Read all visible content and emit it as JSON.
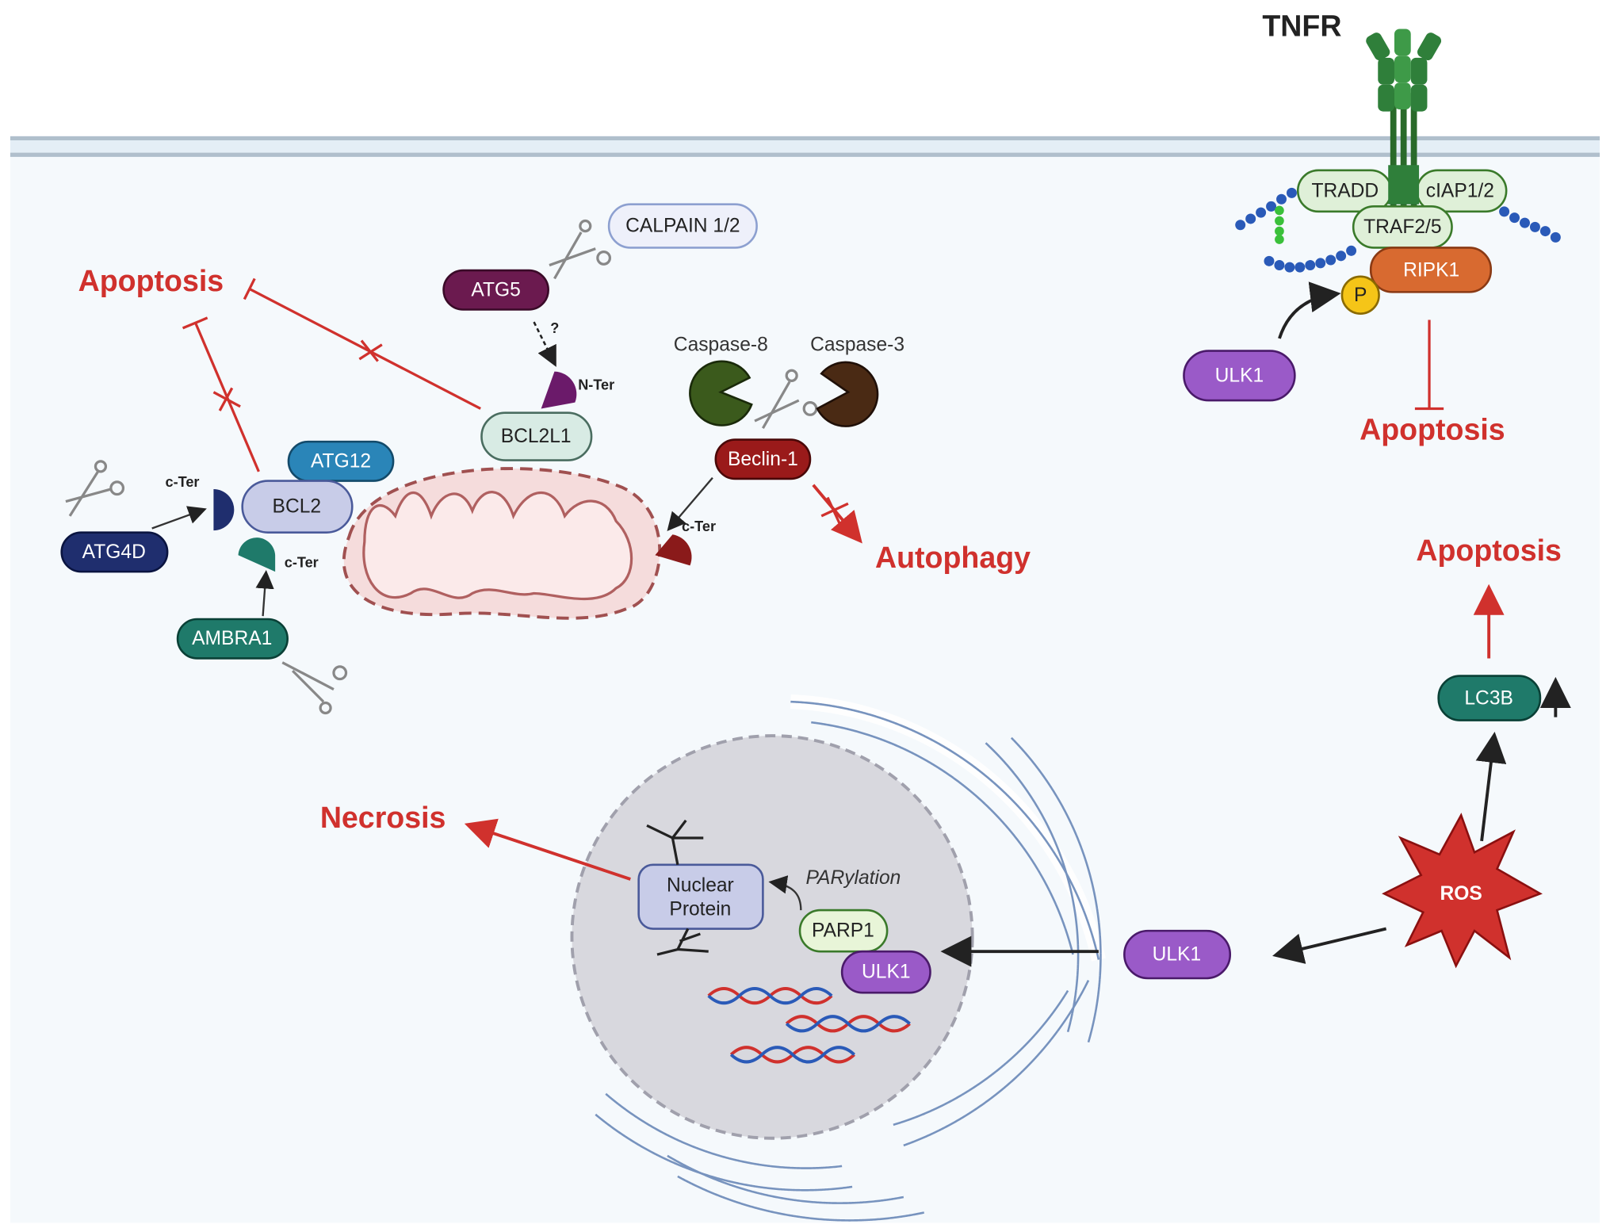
{
  "colors": {
    "inhibit_red": "#d0312d",
    "ulk1": "#9a5ac8",
    "background": "#f5f9fc",
    "membrane": "#b8c8d8"
  },
  "labels": {
    "tnfr": "TNFR",
    "calpain": "CALPAIN 1/2",
    "atg5": "ATG5",
    "bcl2l1": "BCL2L1",
    "atg12": "ATG12",
    "bcl2": "BCL2",
    "atg4d": "ATG4D",
    "ambra1": "AMBRA1",
    "beclin1": "Beclin-1",
    "caspase8": "Caspase-8",
    "caspase3": "Caspase-3",
    "tradd": "TRADD",
    "ciap": "cIAP1/2",
    "traf": "TRAF2/5",
    "ripk1": "RIPK1",
    "p": "P",
    "ulk1_top": "ULK1",
    "lc3b": "LC3B",
    "ros": "ROS",
    "ulk1_right": "ULK1",
    "nuclear_protein_1": "Nuclear",
    "nuclear_protein_2": "Protein",
    "parp1": "PARP1",
    "ulk1_nucleus": "ULK1",
    "parylation": "PARylation",
    "c_ter": "c-Ter",
    "n_ter": "N-Ter",
    "question": "?"
  },
  "outcomes": {
    "apoptosis_left": "Apoptosis",
    "apoptosis_tnfr": "Apoptosis",
    "apoptosis_lc3b": "Apoptosis",
    "autophagy": "Autophagy",
    "necrosis": "Necrosis"
  }
}
